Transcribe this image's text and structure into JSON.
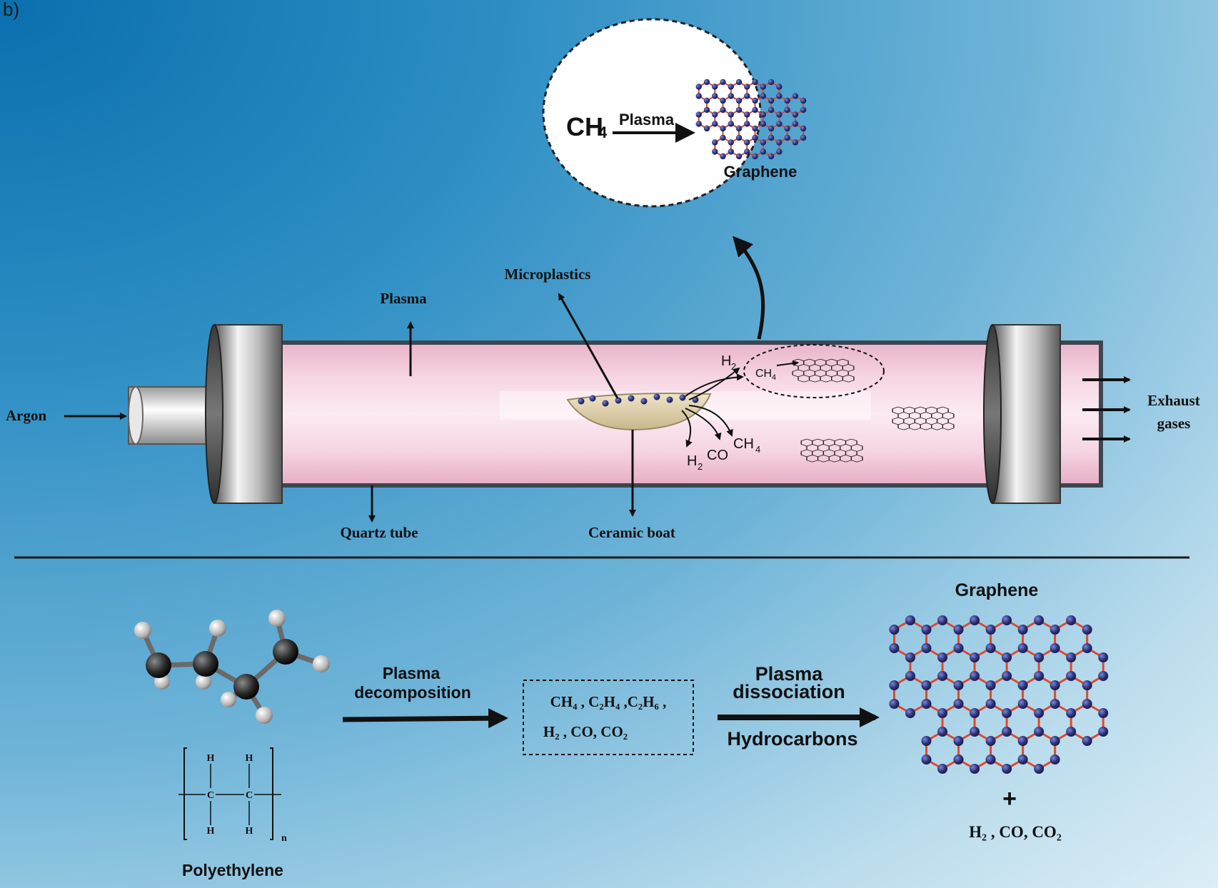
{
  "panel_label": "b)",
  "bubble": {
    "reactant": "CH",
    "reactant_sub": "4",
    "arrow_label": "Plasma",
    "product": "Graphene"
  },
  "reactor": {
    "argon": "Argon",
    "plasma": "Plasma",
    "microplastics": "Microplastics",
    "quartz_tube": "Quartz tube",
    "ceramic_boat": "Ceramic boat",
    "exhaust_line1": "Exhaust",
    "exhaust_line2": "gases",
    "gas_h2": "H",
    "gas_h2_sub": "2",
    "gas_ch4_inner": "CH",
    "gas_ch4_inner_sub": "4",
    "gas_co": "CO",
    "gas_ch4": "CH",
    "gas_ch4_sub": "4",
    "gas_h2b": "H",
    "gas_h2b_sub": "2"
  },
  "bottom": {
    "step1_line1": "Plasma",
    "step1_line2": "decomposition",
    "intermediates_line1": "CH₄ , C₂H₄ ,C₂H₆ ,",
    "intermediates_line2": "H₂ , CO, CO₂",
    "step2_line1": "Plasma",
    "step2_line2": "dissociation",
    "step2_line3": "Hydrocarbons",
    "product_title": "Graphene",
    "plus": "+",
    "byproducts": "H₂ , CO, CO₂",
    "polymer_name": "Polyethylene",
    "formula_h": "H",
    "formula_c": "C",
    "formula_n": "n"
  },
  "colors": {
    "atom_carbon": "#2b3278",
    "bond": "#e0482a",
    "tube_pink": "#f3c6d8",
    "ink": "#111111"
  }
}
